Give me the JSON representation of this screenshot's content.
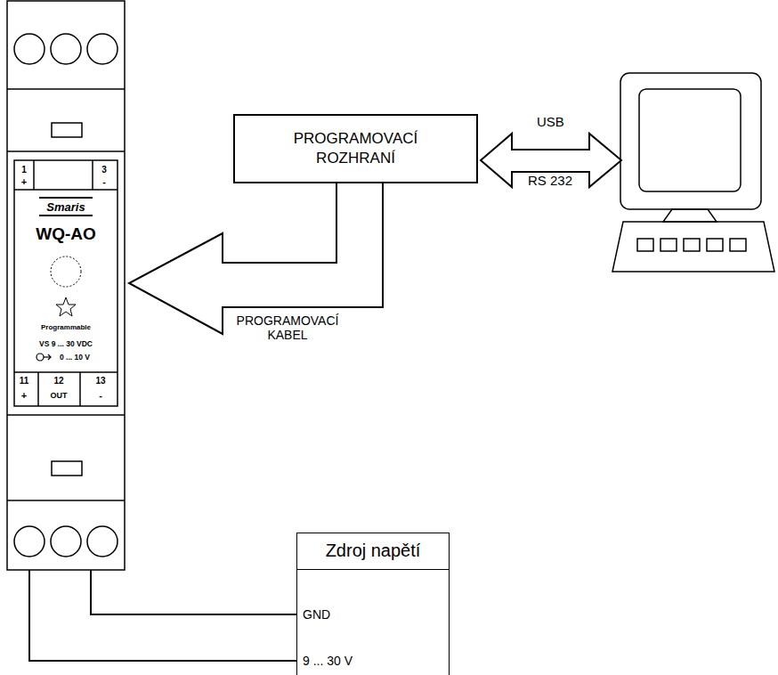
{
  "diagram": {
    "nodes": [
      {
        "text": [
          "1",
          "+",
          "3",
          "-",
          "Smaris",
          "WQ-AO",
          "Programmable",
          "VS 9 ... 30 VDC",
          "0 ... 10 V",
          "11",
          "12",
          "13",
          "+",
          "OUT",
          "-"
        ]
      },
      {
        "text": [
          "PROGRAMOVACÍ ROZHRANÍ"
        ]
      },
      {
        "text": [
          "Zdroj napětí",
          "GND",
          "9 ... 30 V"
        ]
      }
    ],
    "edges": [
      {
        "from": 1,
        "to": 0,
        "arrow": "to",
        "label": "PROGRAMOVACÍ KABEL"
      },
      {
        "from": 0,
        "to": 2,
        "arrow": "none"
      },
      {
        "from": 0,
        "to": 2,
        "arrow": "none"
      }
    ],
    "labels": [
      "USB",
      "RS 232"
    ]
  }
}
